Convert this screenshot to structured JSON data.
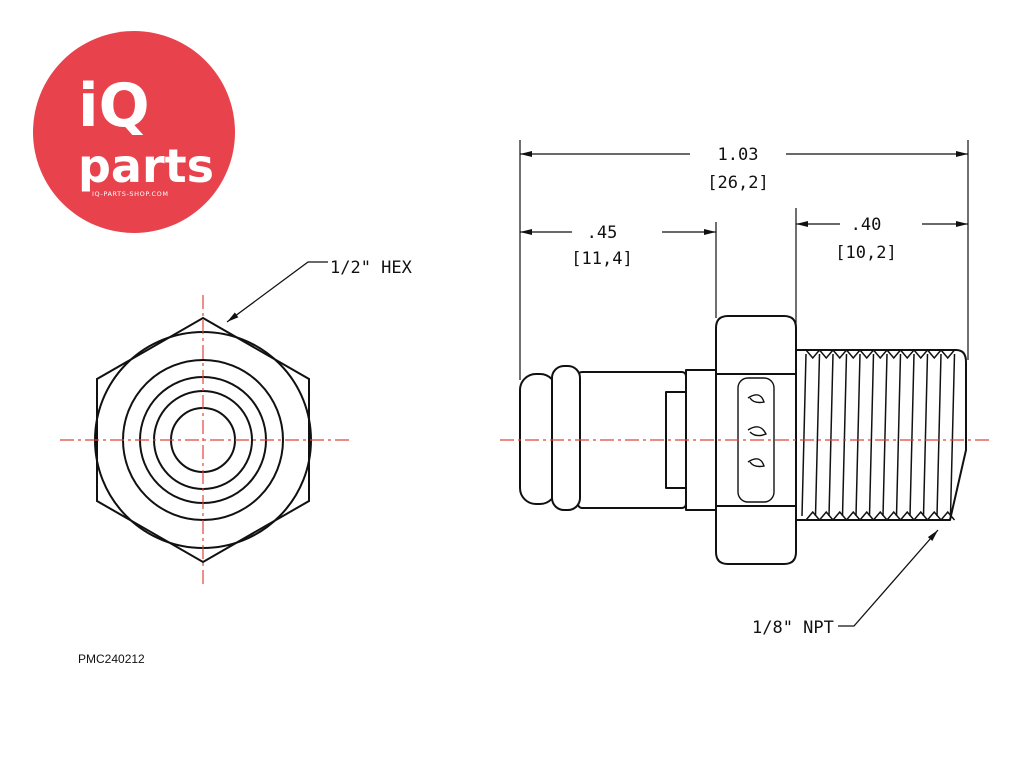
{
  "logo": {
    "brand_top": "iQ",
    "brand_bottom": "parts",
    "website": "IQ-PARTS-SHOP.COM",
    "color": "#e8434c"
  },
  "part_number": "PMC240212",
  "callouts": {
    "hex": "1/2\" HEX",
    "thread": "1/8\" NPT"
  },
  "dimensions": {
    "overall": {
      "inch": "1.03",
      "mm": "[26,2]"
    },
    "body": {
      "inch": ".45",
      "mm": "[11,4]"
    },
    "thread_length": {
      "inch": ".40",
      "mm": "[10,2]"
    }
  },
  "colors": {
    "line": "#111111",
    "centerline": "#e0443c"
  }
}
